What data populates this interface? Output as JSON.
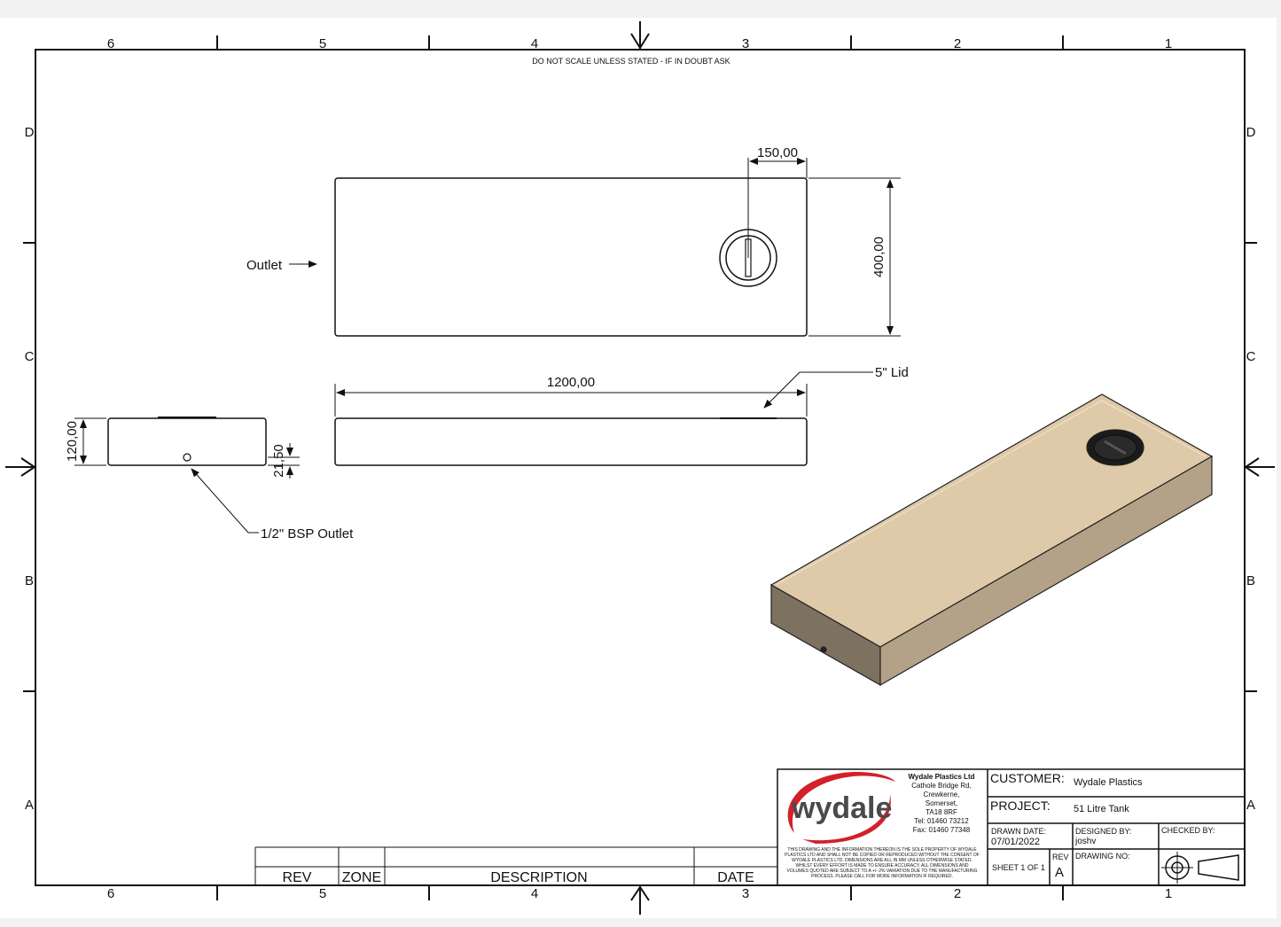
{
  "border": {
    "columns_top": [
      "6",
      "5",
      "4",
      "3",
      "2",
      "1"
    ],
    "columns_bottom": [
      "6",
      "5",
      "4",
      "3",
      "2",
      "1"
    ],
    "rows": [
      "D",
      "C",
      "B",
      "A"
    ]
  },
  "notes": {
    "scale_note": "DO NOT SCALE UNLESS STATED - IF IN DOUBT ASK"
  },
  "dimensions": {
    "lid_offset": "150,00",
    "width": "400,00",
    "length": "1200,00",
    "height": "120,00",
    "outlet_height": "21,50"
  },
  "callouts": {
    "outlet": "Outlet",
    "lid": "5\" Lid",
    "bsp_outlet": "1/2\" BSP Outlet"
  },
  "revision_table": {
    "headers": [
      "REV",
      "ZONE",
      "DESCRIPTION",
      "DATE"
    ]
  },
  "title_block": {
    "logo_text": "wydale",
    "company": {
      "name": "Wydale Plastics Ltd",
      "address": [
        "Cathole Bridge Rd,",
        "Crewkerne,",
        "Somerset,",
        "TA18 8RF"
      ],
      "tel": "Tel: 01460 73212",
      "fax": "Fax: 01460 77348"
    },
    "disclaimer": [
      "THIS DRAWING AND THE INFORMATION THEREON IS THE SOLE PROPERTY OF WYDALE",
      "PLASTICS LTD AND SHALL NOT BE COPIED OR REPRODUCED WITHOUT THE CONSENT OF",
      "WYDALE PLASTICS LTD. DIMENSIONS ARE ALL IN MM UNLESS OTHERWISE STATED.",
      "WHILST EVERY EFFORT IS MADE TO ENSURE ACCURACY, ALL DIMENSIONS AND",
      "VOLUMES QUOTED ARE SUBJECT TO A +/- 2% VARIATION DUE TO THE MANUFACTURING",
      "PROCESS. PLEASE CALL FOR MORE INFORMATION IF REQUIRED."
    ],
    "customer_label": "CUSTOMER:",
    "customer": "Wydale Plastics",
    "project_label": "PROJECT:",
    "project": "51 Litre Tank",
    "drawn_date_label": "DRAWN DATE:",
    "drawn_date": "07/01/2022",
    "designed_by_label": "DESIGNED BY:",
    "designed_by": "joshv",
    "checked_by_label": "CHECKED BY:",
    "sheet": "SHEET 1 OF 1",
    "rev_label": "REV",
    "rev": "A",
    "drawing_no_label": "DRAWING NO:"
  },
  "icons": [
    "third-angle-projection-icon",
    "centering-arrow-icon"
  ],
  "colors": {
    "tank_top": "#dec9a8",
    "tank_side": "#b4a288",
    "tank_front": "#7d7160",
    "logo_red": "#d4202a",
    "logo_gray": "#4a4a4a"
  }
}
